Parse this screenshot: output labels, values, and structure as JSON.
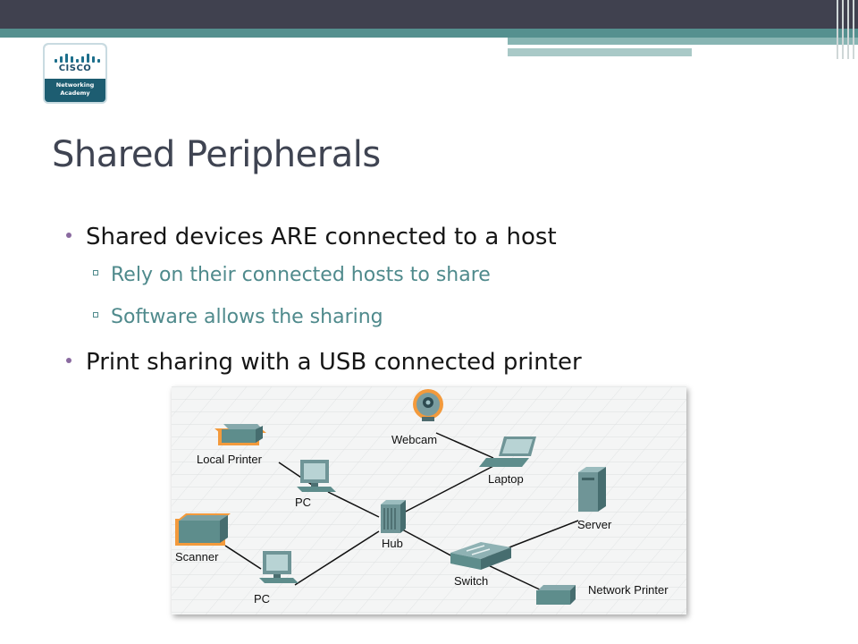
{
  "logo": {
    "brand": "CISCO",
    "line1": "Networking",
    "line2": "Academy"
  },
  "slide": {
    "title": "Shared Peripherals",
    "bullets": [
      {
        "text": "Shared devices ARE connected to a host",
        "subs": [
          "Rely on their connected hosts to share",
          "Software allows the sharing"
        ]
      },
      {
        "text": "Print sharing with a USB connected printer"
      }
    ]
  },
  "diagram": {
    "labels": {
      "webcam": "Webcam",
      "local_printer": "Local Printer",
      "pc_top": "PC",
      "laptop": "Laptop",
      "server": "Server",
      "scanner": "Scanner",
      "hub": "Hub",
      "switch": "Switch",
      "pc_bottom": "PC",
      "network_printer": "Network Printer"
    }
  },
  "colors": {
    "title": "#3f4452",
    "sub_bullet": "#4f8a8c",
    "header_dark": "#40414f",
    "header_teal": "#55908f",
    "device_teal": "#5e8d8c",
    "highlight_orange": "#f08a24"
  }
}
